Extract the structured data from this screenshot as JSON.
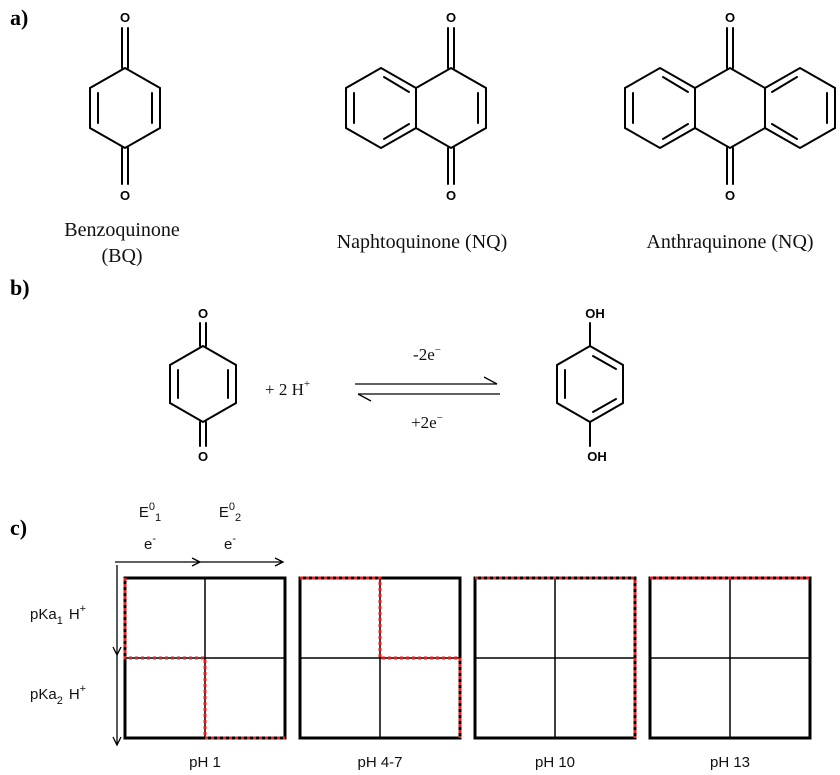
{
  "panels": {
    "a": "a)",
    "b": "b)",
    "c": "c)"
  },
  "molecules": {
    "benzoquinone_line1": "Benzoquinone",
    "benzoquinone_line2": "(BQ)",
    "naphthoquinone": "Naphtoquinone (NQ)",
    "anthraquinone": "Anthraquinone (NQ)"
  },
  "atoms": {
    "oxygen": "O",
    "hydroxyl": "OH"
  },
  "reaction": {
    "protons": "+ 2 H",
    "protons_charge": "+",
    "oxidation": "-2e",
    "oxidation_sup": "−",
    "reduction": "+2e",
    "reduction_sup": "−"
  },
  "scheme": {
    "e1": "E",
    "e1_sup": "0",
    "e1_sub": "1",
    "e2": "E",
    "e2_sup": "0",
    "e2_sub": "2",
    "electron": "e",
    "electron_sup": "-",
    "pka1": "pKa",
    "pka1_sub": "1",
    "pka2": "pKa",
    "pka2_sub": "2",
    "proton": "H",
    "proton_sup": "+",
    "ph_labels": [
      "pH 1",
      "pH 4-7",
      "pH 10",
      "pH 13"
    ]
  },
  "colors": {
    "path": "#e02020",
    "ink": "#000000"
  }
}
